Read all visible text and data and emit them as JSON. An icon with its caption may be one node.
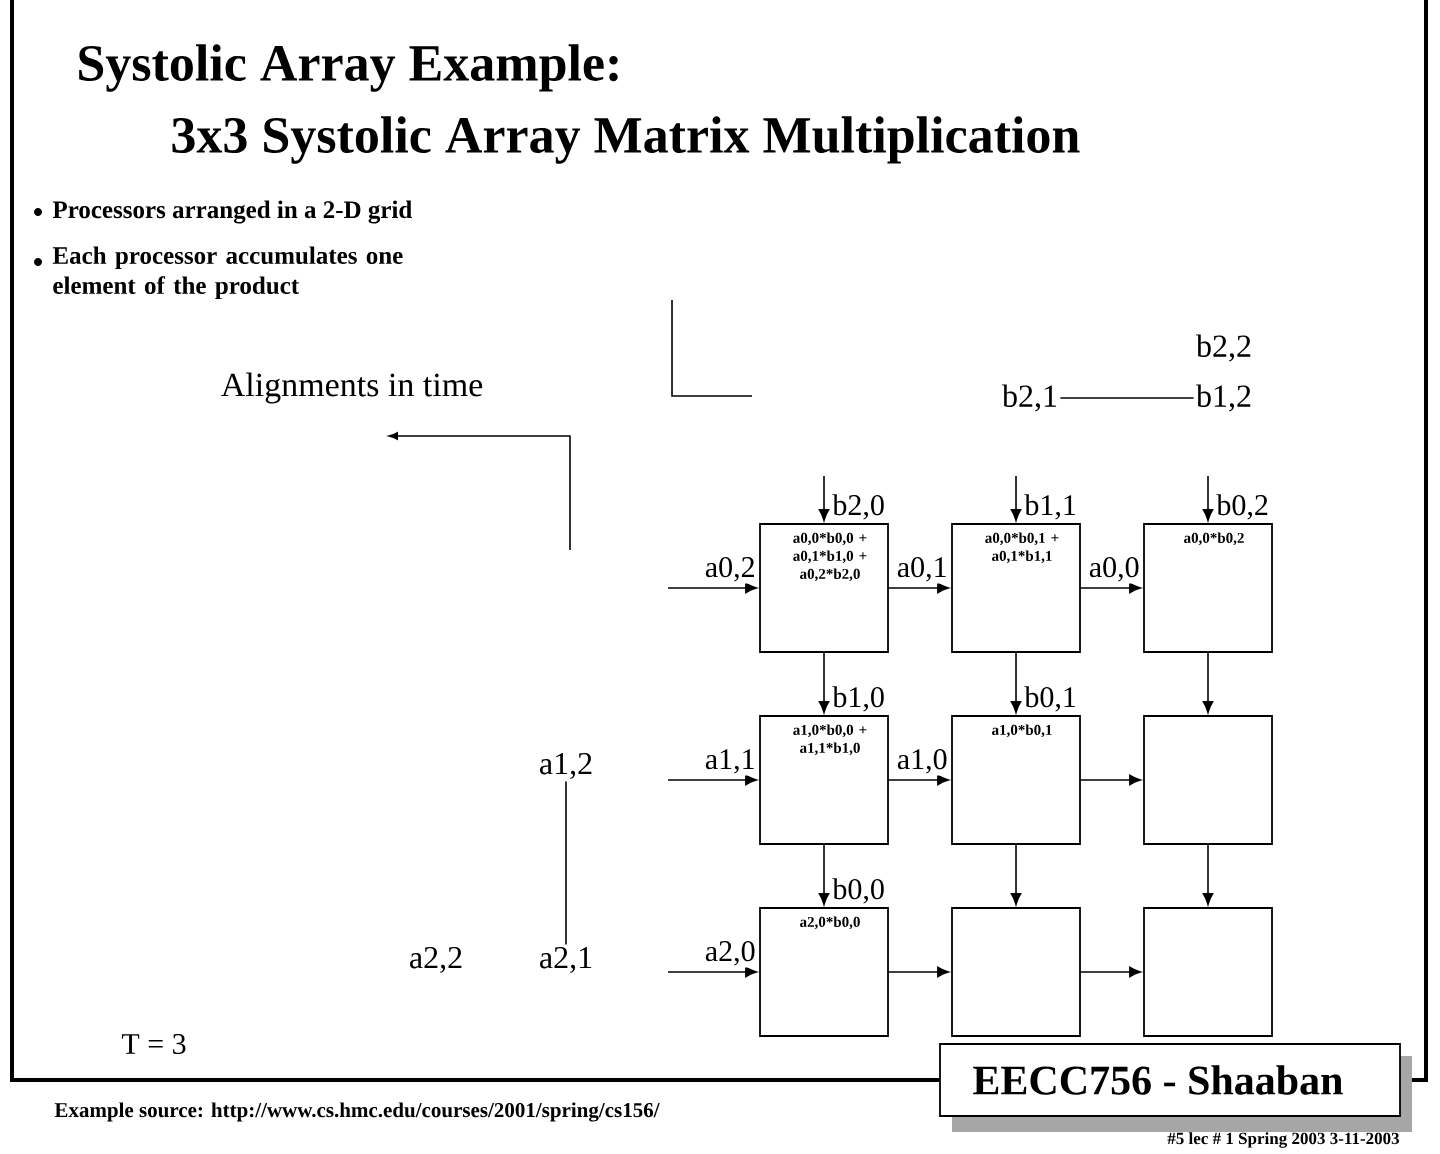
{
  "diagram": {
    "title": "Systolic Array  Example:",
    "nodes": [
      {
        "text": [
          "a0,0*b0,0 + a0,1*b1,0 + a0,2*b2,0"
        ]
      },
      {
        "text": [
          "a0,0*b0,1 + a0,1*b1,1"
        ]
      },
      {
        "text": [
          "a0,0*b0,2"
        ]
      },
      {
        "text": [
          "a1,0*b0,0 + a1,1*b1,0"
        ]
      },
      {
        "text": [
          "a1,0*b0,1"
        ]
      },
      {
        "text": [],
        "shape": "box"
      },
      {
        "text": [
          "a2,0*b0,0"
        ]
      },
      {
        "text": [],
        "shape": "box"
      },
      {
        "text": [],
        "shape": "box"
      },
      {
        "text": [
          "b2,2"
        ]
      },
      {
        "text": [
          "b2,1"
        ]
      },
      {
        "text": [
          "b1,2"
        ]
      },
      {
        "text": [
          "a1,2"
        ]
      },
      {
        "text": [
          "a2,2"
        ]
      },
      {
        "text": [
          "a2,1"
        ]
      }
    ],
    "edges": [
      {
        "from": null,
        "to": 0,
        "arrow": "to",
        "label": "b2,0"
      },
      {
        "from": null,
        "to": 1,
        "arrow": "to",
        "label": "b1,1"
      },
      {
        "from": null,
        "to": 2,
        "arrow": "to",
        "label": "b0,2"
      },
      {
        "from": null,
        "to": 0,
        "arrow": "to",
        "label": "a0,2"
      },
      {
        "from": 0,
        "to": 1,
        "arrow": "to",
        "label": "a0,1"
      },
      {
        "from": 1,
        "to": 2,
        "arrow": "to",
        "label": "a0,0"
      },
      {
        "from": 0,
        "to": 3,
        "arrow": "to",
        "label": "b1,0"
      },
      {
        "from": 1,
        "to": 4,
        "arrow": "to",
        "label": "b0,1"
      },
      {
        "from": 2,
        "to": 5,
        "arrow": "to"
      },
      {
        "from": null,
        "to": 3,
        "arrow": "to",
        "label": "a1,1"
      },
      {
        "from": 3,
        "to": 4,
        "arrow": "to",
        "label": "a1,0"
      },
      {
        "from": 4,
        "to": 5,
        "arrow": "to"
      },
      {
        "from": 3,
        "to": 6,
        "arrow": "to",
        "label": "b0,0"
      },
      {
        "from": 4,
        "to": 7,
        "arrow": "to"
      },
      {
        "from": 5,
        "to": 8,
        "arrow": "to"
      },
      {
        "from": null,
        "to": 6,
        "arrow": "to",
        "label": "a2,0"
      },
      {
        "from": 6,
        "to": 7,
        "arrow": "to"
      },
      {
        "from": 7,
        "to": 8,
        "arrow": "to"
      },
      {
        "from": 10,
        "to": 11,
        "arrow": "none"
      },
      {
        "from": 12,
        "to": 14,
        "arrow": "none"
      }
    ],
    "labels": [
      "3x3 Systolic Array Matrix Multiplication",
      "Processors arranged in a 2-D grid",
      "Each processor accumulates one element of the product",
      "Alignments in time",
      "T = 3",
      "Example source:  http://www.cs.hmc.edu/courses/2001/spring/cs156/",
      "EECC756 - Shaaban",
      "#5   lec # 1    Spring 2003    3-11-2003"
    ]
  }
}
